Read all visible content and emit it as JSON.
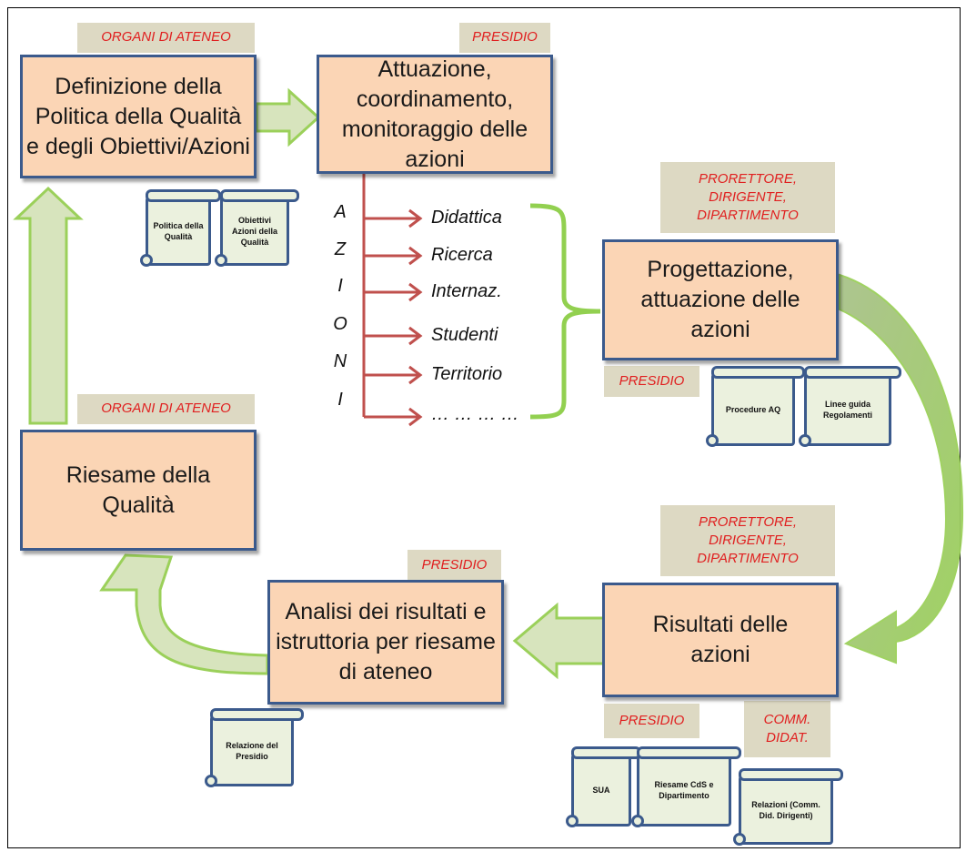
{
  "boxes": {
    "definizione": "Definizione della Politica della Qualità e degli Obiettivi/Azioni",
    "attuazione": "Attuazione, coordinamento, monitoraggio delle azioni",
    "progettazione": "Progettazione, attuazione delle azioni",
    "risultati": "Risultati delle azioni",
    "analisi": "Analisi dei risultati e istruttoria per riesame di ateneo",
    "riesame": "Riesame della Qualità"
  },
  "tags": {
    "organi_top": "ORGANI DI ATENEO",
    "presidio_top": "PRESIDIO",
    "prorettore_top": "PRORETTORE, DIRIGENTE, DIPARTIMENTO",
    "presidio_mid": "PRESIDIO",
    "organi_left": "ORGANI DI ATENEO",
    "prorettore_bottom": "PRORETTORE, DIRIGENTE, DIPARTIMENTO",
    "presidio_center": "PRESIDIO",
    "presidio_bottom": "PRESIDIO",
    "comm_didat": "COMM. DIDAT."
  },
  "documents": {
    "politica": "Politica della Qualità",
    "obiettivi": "Obiettivi Azioni della Qualità",
    "procedure": "Procedure AQ",
    "linee_guida": "Linee guida Regolamenti",
    "relazione_presidio": "Relazione del Presidio",
    "sua": "SUA",
    "riesame_cds": "Riesame CdS e Dipartimento",
    "relazioni": "Relazioni (Comm. Did. Dirigenti)"
  },
  "azioni_letters": [
    "A",
    "Z",
    "I",
    "O",
    "N",
    "I"
  ],
  "azioni_items": [
    "Didattica",
    "Ricerca",
    "Internaz.",
    "Studenti",
    "Territorio",
    "… … … …"
  ],
  "colors": {
    "box_fill": "#fbd5b5",
    "box_border": "#3b5a8c",
    "tag_fill": "#ddd9c3",
    "tag_text": "#e02020",
    "arrow_green": "#d7e4bd",
    "arrow_green_border": "#9bd05a",
    "branch_red": "#c0504d",
    "brace_green": "#92d050"
  }
}
